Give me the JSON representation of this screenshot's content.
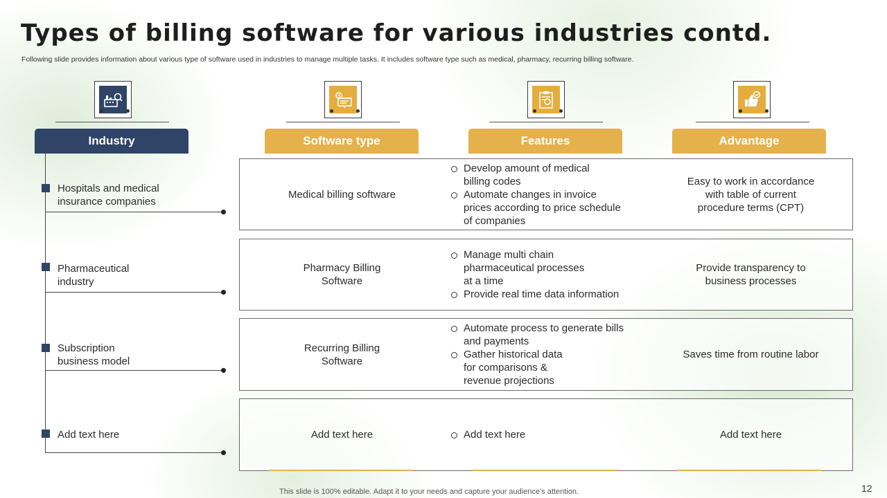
{
  "slide": {
    "title": "Types of billing software for various industries contd.",
    "subtitle": "Following slide provides information about various type of software used in industries to manage multiple tasks. It includes software type such as medical, pharmacy, recurring billing software.",
    "footer": "This slide is 100% editable. Adapt it to your needs and capture your audience's attention.",
    "page_number": "12"
  },
  "icons": {
    "industry": "factory-icon",
    "software_type": "monitor-gear-icon",
    "features": "checklist-icon",
    "advantage": "thumbs-up-icon"
  },
  "headers": {
    "industry": "Industry",
    "software_type": "Software type",
    "features": "Features",
    "advantage": "Advantage"
  },
  "colors": {
    "navy": "#2f4466",
    "gold": "#e4b14d"
  },
  "rows": [
    {
      "industry": [
        "Hospitals and medical",
        "insurance companies"
      ],
      "software": [
        "Medical billing software"
      ],
      "features": [
        [
          "Develop amount of medical",
          "billing codes"
        ],
        [
          "Automate changes in invoice",
          "prices according to price schedule",
          "of companies"
        ]
      ],
      "advantage": [
        "Easy to work in accordance",
        "with table of current",
        "procedure terms (CPT)"
      ]
    },
    {
      "industry": [
        "Pharmaceutical",
        "industry"
      ],
      "software": [
        "Pharmacy Billing",
        "Software"
      ],
      "features": [
        [
          "Manage multi chain",
          "pharmaceutical processes",
          "at a time"
        ],
        [
          "Provide real time data information"
        ]
      ],
      "advantage": [
        "Provide transparency  to",
        "business processes"
      ]
    },
    {
      "industry": [
        "Subscription",
        "business model"
      ],
      "software": [
        "Recurring Billing",
        "Software"
      ],
      "features": [
        [
          "Automate process to generate bills",
          "and payments"
        ],
        [
          "Gather historical data",
          "for comparisons &",
          "revenue projections"
        ]
      ],
      "advantage": [
        "Saves time from routine labor"
      ]
    },
    {
      "industry": [
        "Add text here"
      ],
      "software": [
        "Add text here"
      ],
      "features": [
        [
          "Add text here"
        ]
      ],
      "advantage": [
        "Add text here"
      ]
    }
  ]
}
